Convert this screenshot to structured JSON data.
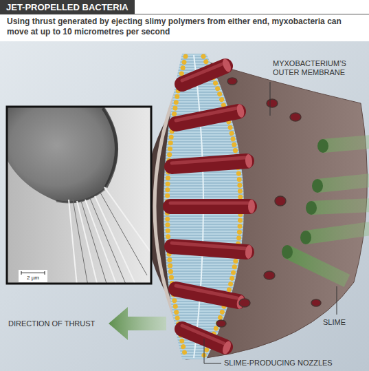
{
  "diagram": {
    "title": "JET-PROPELLED BACTERIA",
    "caption": "Using thrust generated by ejecting slimy polymers from either end, myxobacteria can move at up to 10 micrometres per second",
    "labels": [
      "MYXOBACTERIUM’S OUTER MEMBRANE",
      "2 µm",
      "DIRECTION OF THRUST",
      "SLIME",
      "SLIME-PRODUCING NOZZLES"
    ]
  }
}
